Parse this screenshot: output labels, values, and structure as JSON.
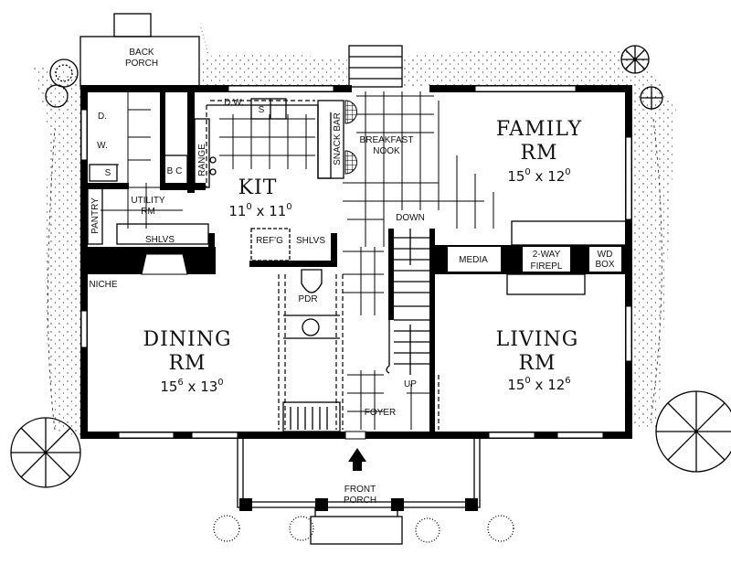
{
  "plan": {
    "back_porch": [
      "BACK",
      "PORCH"
    ],
    "front_porch": [
      "FRONT",
      "PORCH"
    ],
    "rooms": {
      "family": {
        "name": [
          "FAMILY",
          "RM"
        ],
        "w": "15",
        "w_sup": "0",
        "h": "12",
        "h_sup": "0"
      },
      "kitchen": {
        "name": "KIT",
        "w": "11",
        "w_sup": "0",
        "h": "11",
        "h_sup": "0"
      },
      "dining": {
        "name": [
          "DINING",
          "RM"
        ],
        "w": "15",
        "w_sup": "6",
        "h": "13",
        "h_sup": "0"
      },
      "living": {
        "name": [
          "LIVING",
          "RM"
        ],
        "w": "15",
        "w_sup": "0",
        "h": "12",
        "h_sup": "6"
      }
    },
    "labels": {
      "dryer": "D.",
      "washer": "W.",
      "sink_utility": "S",
      "pantry": "PANTRY",
      "utility": [
        "UTILITY",
        "RM"
      ],
      "bc": "B C",
      "range": "RANGE",
      "dw": "D.W.",
      "sink_kitchen": "S",
      "snack_bar": "SNACK BAR",
      "breakfast_nook": [
        "BREAKFAST",
        "NOOK"
      ],
      "down": "DOWN",
      "shlvs_utility": "SHLVS",
      "refg": "REF'G",
      "shlvs_pdr": "SHLVS",
      "media": "MEDIA",
      "fireplace": [
        "2-WAY",
        "FIREPL"
      ],
      "wd_box": [
        "WD",
        "BOX"
      ],
      "niche": "NICHE",
      "pdr": "PDR",
      "up": "UP",
      "foyer": "FOYER"
    }
  }
}
